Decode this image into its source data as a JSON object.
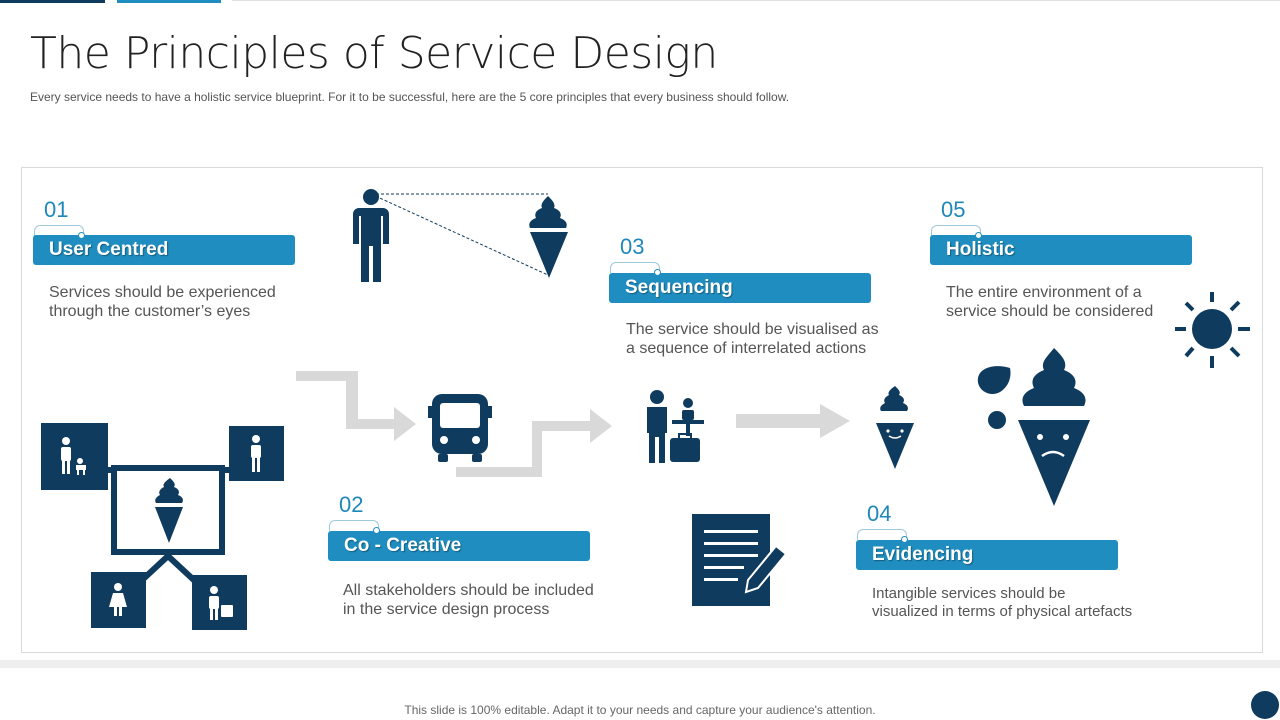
{
  "title": "The Principles of Service Design",
  "subtitle": "Every service needs to have a holistic service blueprint. For it to be successful, here are the 5 core principles that every business should follow.",
  "principles": [
    {
      "number": "01",
      "title": "User Centred",
      "description_lines": [
        "Services should be experienced",
        "through the customer’s eyes"
      ]
    },
    {
      "number": "02",
      "title": "Co - Creative",
      "description_lines": [
        "All stakeholders should be included",
        "in the service design process"
      ]
    },
    {
      "number": "03",
      "title": "Sequencing",
      "description_lines": [
        "The service should be visualised as",
        "a sequence of interrelated actions"
      ]
    },
    {
      "number": "04",
      "title": "Evidencing",
      "description_lines": [
        "Intangible services should be",
        "visualized in terms of physical artefacts"
      ]
    },
    {
      "number": "05",
      "title": "Holistic",
      "description_lines": [
        "The entire environment of a",
        "service should be considered"
      ]
    }
  ],
  "footer": "This slide is 100% editable. Adapt it to your needs and capture your audience's attention.",
  "colors": {
    "accent": "#1f8dbf",
    "icon_dark": "#0e3b5e",
    "arrow_gray": "#d9d9d9"
  },
  "icons": [
    "person-icon",
    "ice-cream-icon",
    "family-icon",
    "man-icon",
    "woman-icon",
    "traveler-icon",
    "bus-icon",
    "reception-desk-icon",
    "document-pen-icon",
    "sad-ice-cream-icon",
    "sun-icon",
    "flow-arrow-icon"
  ]
}
